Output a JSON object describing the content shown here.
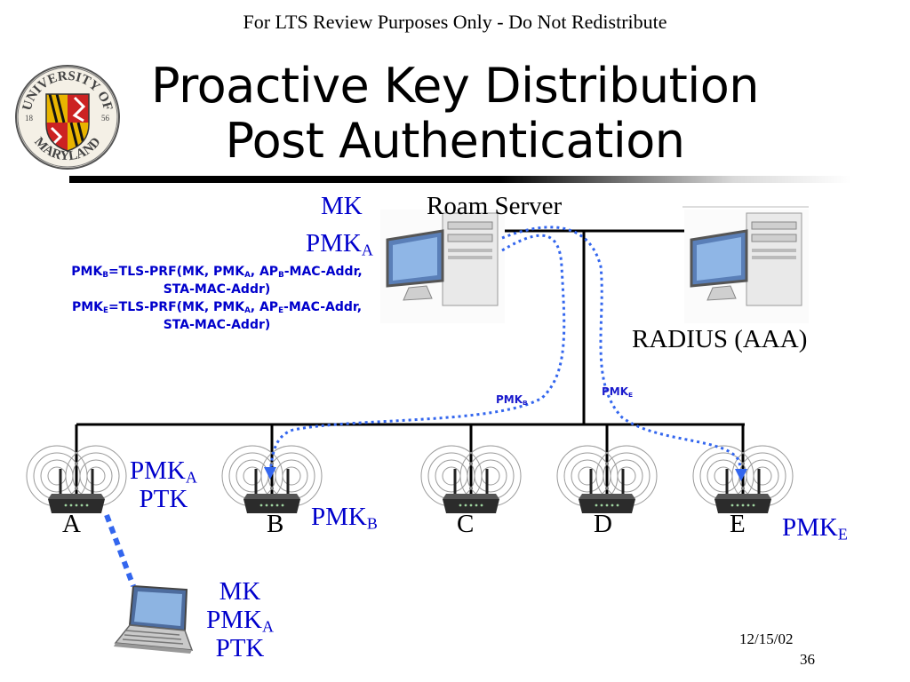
{
  "header": {
    "notice": "For LTS Review Purposes Only - Do Not Redistribute"
  },
  "title": {
    "line1": "Proactive Key Distribution",
    "line2": "Post Authentication"
  },
  "logo": {
    "top_text": "UNIVERSITY OF",
    "bottom_text": "MARYLAND",
    "year_left": "18",
    "year_right": "56"
  },
  "roam_server": {
    "label": "Roam Server",
    "key1": "MK",
    "key2_base": "PMK",
    "key2_sub": "A"
  },
  "formulas": {
    "line1_a": "PMK",
    "line1_sub1": "B",
    "line1_b": "=TLS-PRF(MK, PMK",
    "line1_sub2": "A",
    "line1_c": ", AP",
    "line1_sub3": "B",
    "line1_d": "-MAC-Addr,",
    "line2": "STA-MAC-Addr)",
    "line3_a": "PMK",
    "line3_sub1": "E",
    "line3_b": "=TLS-PRF(MK, PMK",
    "line3_sub2": "A",
    "line3_c": ", AP",
    "line3_sub3": "E",
    "line3_d": "-MAC-Addr,",
    "line4": "STA-MAC-Addr)"
  },
  "radius": {
    "label": "RADIUS (AAA)"
  },
  "flows": {
    "to_b_base": "PMK",
    "to_b_sub": "B",
    "to_e_base": "PMK",
    "to_e_sub": "E"
  },
  "access_points": [
    {
      "letter": "A"
    },
    {
      "letter": "B"
    },
    {
      "letter": "C"
    },
    {
      "letter": "D"
    },
    {
      "letter": "E"
    }
  ],
  "ap_a_keys": {
    "pmk_base": "PMK",
    "pmk_sub": "A",
    "ptk": "PTK"
  },
  "ap_b_keys": {
    "pmk_base": "PMK",
    "pmk_sub": "B"
  },
  "ap_e_keys": {
    "pmk_base": "PMK",
    "pmk_sub": "E"
  },
  "station": {
    "key1": "MK",
    "key2_base": "PMK",
    "key2_sub": "A",
    "key3": "PTK"
  },
  "footer": {
    "date": "12/15/02",
    "page": "36"
  },
  "colors": {
    "key_blue": "#0000cc",
    "flow_blue": "#3366ee",
    "network_line": "#000000"
  }
}
